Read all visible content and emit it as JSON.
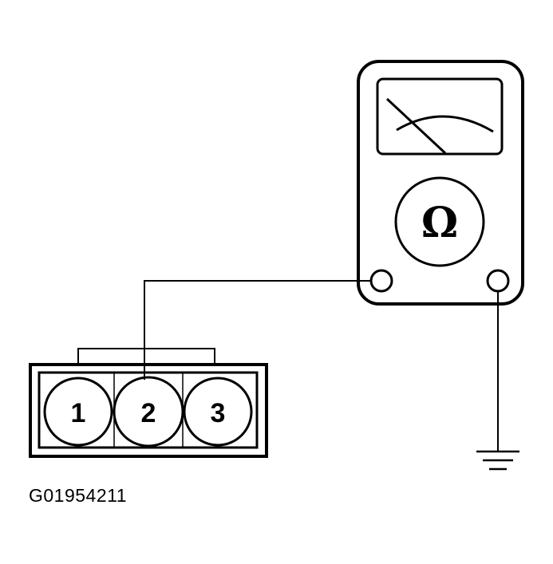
{
  "meter": {
    "symbol": "Ω"
  },
  "connector": {
    "pins": [
      {
        "label": "1"
      },
      {
        "label": "2"
      },
      {
        "label": "3"
      }
    ]
  },
  "figure": {
    "code": "G01954211"
  },
  "colors": {
    "ink": "#000000",
    "background": "#ffffff"
  },
  "icons": [
    "ohmmeter-icon",
    "ground-symbol-icon"
  ]
}
